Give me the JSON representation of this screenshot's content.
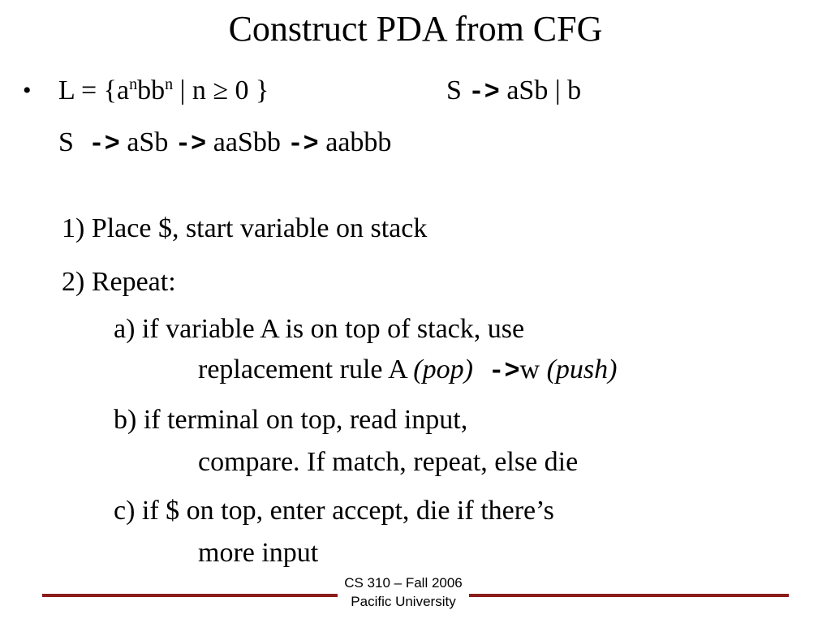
{
  "title": "Construct PDA from CFG",
  "bullet_glyph": "•",
  "language": {
    "lhs": "L = {a",
    "exp1": "n",
    "mid": "bb",
    "exp2": "n",
    "rest": " | n ≥ 0 }"
  },
  "grammar": {
    "lhs": "S ",
    "arrow": "->",
    "rhs": " aSb | b"
  },
  "derivation": {
    "s0": "S ",
    "arrow": "->",
    "s1": " aSb ",
    "s2": " aaSbb ",
    "s3": " aabbb"
  },
  "steps": {
    "step1": "1) Place $, start variable on stack",
    "step2": "2) Repeat:",
    "a_line1": "a) if variable A is on top of stack, use",
    "a_line2_pre": "replacement rule A ",
    "a_pop": "(pop)",
    "a_arrow": " ->",
    "a_w": "w ",
    "a_push": "(push)",
    "b_line1": "b) if terminal on top, read input,",
    "b_line2": "compare. If match, repeat, else die",
    "c_line1": "c) if $ on top, enter accept, die if there’s",
    "c_line2": "more input"
  },
  "footer": {
    "course": "CS 310 – Fall 2006",
    "school": "Pacific University",
    "rule_color": "#8b1c1c"
  }
}
